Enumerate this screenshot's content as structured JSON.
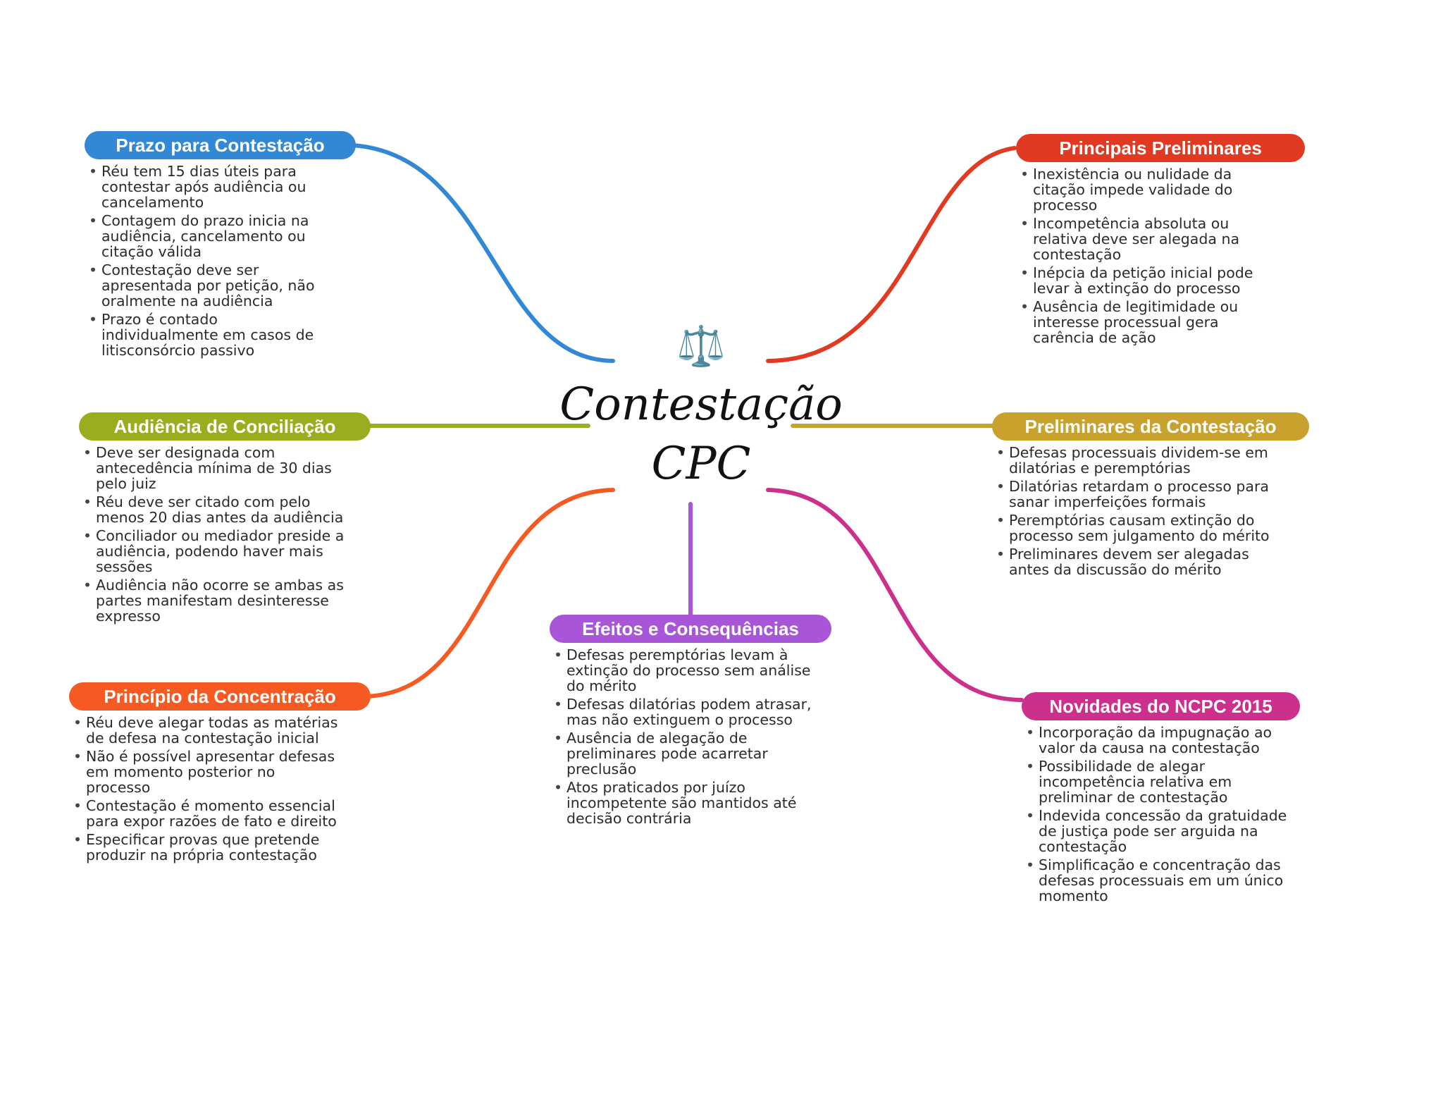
{
  "center": {
    "emoji": "⚖️",
    "title_line1": "Contestação",
    "title_line2": "CPC"
  },
  "colors": {
    "prazo": "#3388d6",
    "audiencia": "#9aad1e",
    "principio": "#f45a22",
    "efeitos": "#a855d8",
    "principais": "#e03a22",
    "preliminares": "#c9a22e",
    "novidades": "#cc2f8c"
  },
  "branches": {
    "prazo": {
      "title": "Prazo para Contestação",
      "items": [
        "Réu tem 15 dias úteis para contestar após audiência ou cancelamento",
        "Contagem do prazo inicia na audiência, cancelamento ou citação válida",
        "Contestação deve ser apresentada por petição, não oralmente na audiência",
        "Prazo é contado individualmente em casos de litisconsórcio passivo"
      ]
    },
    "audiencia": {
      "title": "Audiência de Conciliação",
      "items": [
        "Deve ser designada com antecedência mínima de 30 dias pelo juiz",
        "Réu deve ser citado com pelo menos 20 dias antes da audiência",
        "Conciliador ou mediador preside a audiência, podendo haver mais sessões",
        "Audiência não ocorre se ambas as partes manifestam desinteresse expresso"
      ]
    },
    "principio": {
      "title": "Princípio da Concentração",
      "items": [
        "Réu deve alegar todas as matérias de defesa na contestação inicial",
        "Não é possível apresentar defesas em momento posterior no processo",
        "Contestação é momento essencial para expor razões de fato e direito",
        "Especificar provas que pretende produzir na própria contestação"
      ]
    },
    "efeitos": {
      "title": "Efeitos e Consequências",
      "items": [
        "Defesas peremptórias levam à extinção do processo sem análise do mérito",
        "Defesas dilatórias podem atrasar, mas não extinguem o processo",
        "Ausência de alegação de preliminares pode acarretar preclusão",
        "Atos praticados por juízo incompetente são mantidos até decisão contrária"
      ]
    },
    "principais": {
      "title": "Principais Preliminares",
      "items": [
        "Inexistência ou nulidade da citação impede validade do processo",
        "Incompetência absoluta ou relativa deve ser alegada na contestação",
        "Inépcia da petição inicial pode levar à extinção do processo",
        "Ausência de legitimidade ou interesse processual gera carência de ação"
      ]
    },
    "preliminares": {
      "title": "Preliminares da Contestação",
      "items": [
        "Defesas processuais dividem-se em dilatórias e peremptórias",
        "Dilatórias retardam o processo para sanar imperfeições formais",
        "Peremptórias causam extinção do processo sem julgamento do mérito",
        "Preliminares devem ser alegadas antes da discussão do mérito"
      ]
    },
    "novidades": {
      "title": "Novidades do NCPC 2015",
      "items": [
        "Incorporação da impugnação ao valor da causa na contestação",
        "Possibilidade de alegar incompetência relativa em preliminar de contestação",
        "Indevida concessão da gratuidade de justiça pode ser arguida na contestação",
        "Simplificação e concentração das defesas processuais em um único momento"
      ]
    }
  }
}
